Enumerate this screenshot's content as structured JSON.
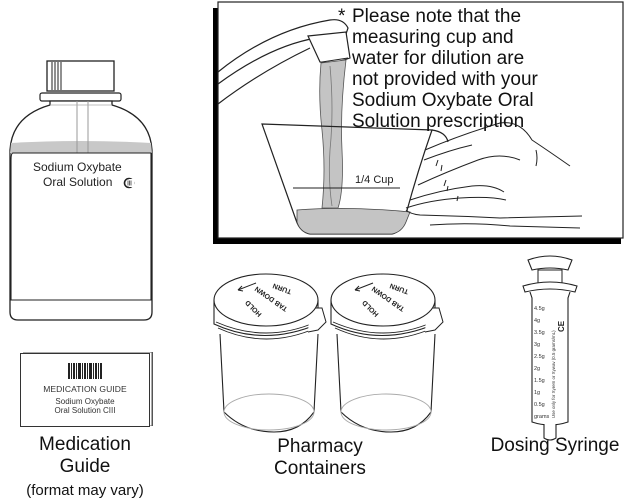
{
  "note": {
    "asterisk": "*",
    "lines": [
      "Please note that the",
      "measuring cup and",
      "water for dilution are",
      "not provided with your",
      "Sodium Oxybate Oral",
      "Solution prescription"
    ]
  },
  "measuring_cup": {
    "mark_label": "1/4 Cup"
  },
  "bottle": {
    "label_line1": "Sodium Oxybate",
    "label_line2": "Oral Solution",
    "schedule_symbol": "CIII",
    "liquid_color": "#c8c8c8"
  },
  "medication_guide": {
    "card_title": "MEDICATION GUIDE",
    "card_line1": "Sodium Oxybate",
    "card_line2": "Oral Solution CIII",
    "caption_line1": "Medication",
    "caption_line2": "Guide",
    "caption_note": "(format may vary)"
  },
  "pharmacy_containers": {
    "lid_text": [
      "TURN",
      "TAB DOWN",
      "HOLD"
    ],
    "caption_line1": "Pharmacy",
    "caption_line2": "Containers"
  },
  "syringe": {
    "scale_marks": [
      "4.5g",
      "4g",
      "3.5g",
      "3g",
      "2.5g",
      "2g",
      "1.5g",
      "1g",
      "0.5g",
      "grams"
    ],
    "side_text": "Use only for Xyrem or Xywav (0.5 grams/mL)",
    "ce_mark": "CE",
    "caption": "Dosing Syringe"
  },
  "colors": {
    "line": "#222222",
    "water": "#c4c4c4",
    "frame_shadow": "#000000"
  }
}
